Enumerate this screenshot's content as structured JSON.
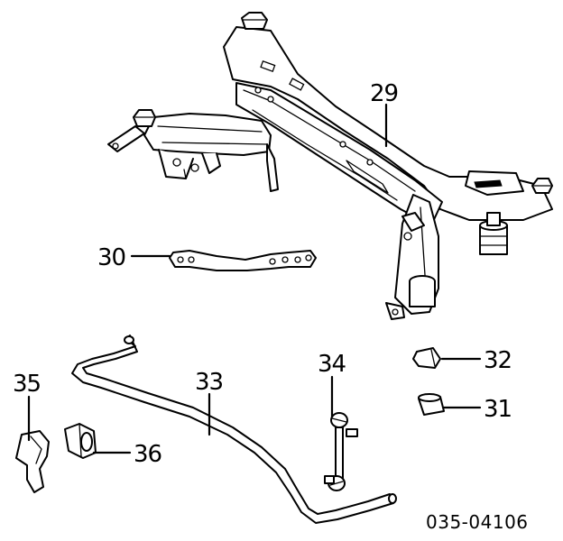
{
  "diagram": {
    "callouts": {
      "c29": "29",
      "c30": "30",
      "c31": "31",
      "c32": "32",
      "c33": "33",
      "c34": "34",
      "c35": "35",
      "c36": "36"
    },
    "figure_code": "035-04106"
  }
}
